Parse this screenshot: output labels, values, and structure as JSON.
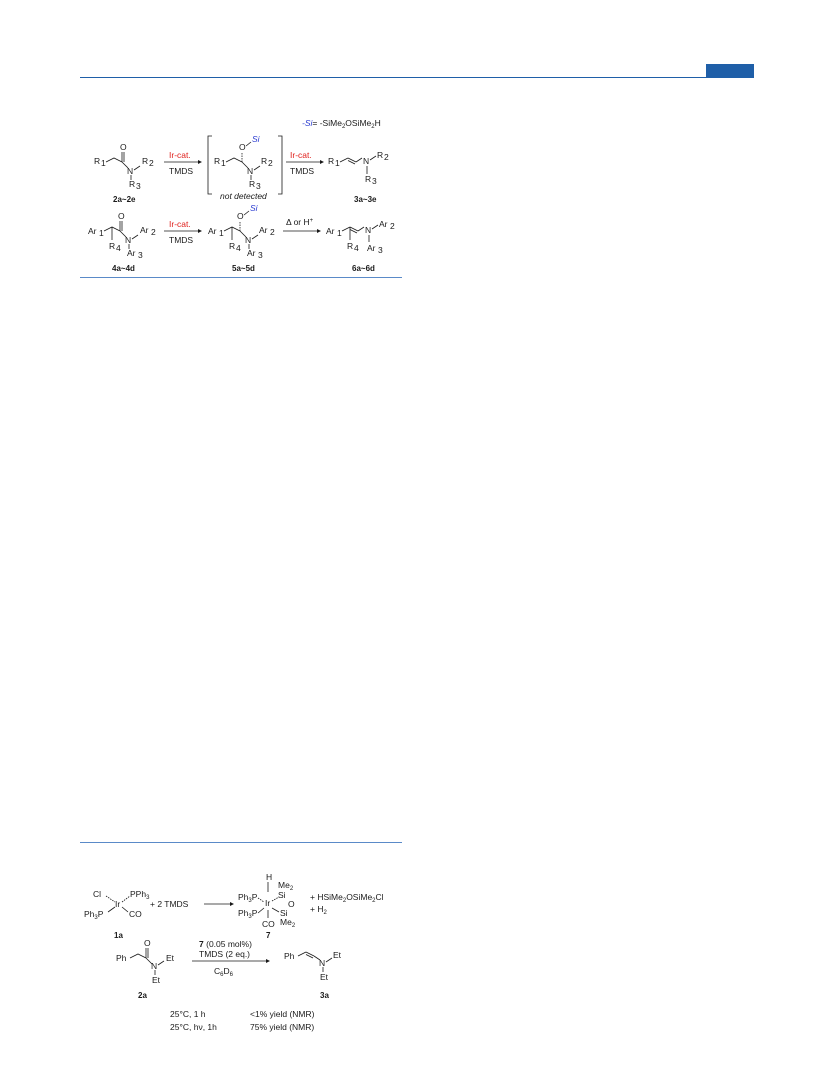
{
  "scheme1": {
    "si_def": {
      "si": "Si",
      "rest": "= -SiMe",
      "sub2": "2",
      "rest2": "OSiMe",
      "sub3": "2",
      "rest3": "H"
    },
    "row1": {
      "catalyst": "Ir-cat.",
      "reagent": "TMDS",
      "substrate_label": "2a~2e",
      "product_label": "3a~3e",
      "intermediate_note": "not detected",
      "R1": "R",
      "R2": "R",
      "R3": "R",
      "N": "N",
      "O": "O",
      "Si": "Si"
    },
    "row2": {
      "catalyst": "Ir-cat.",
      "reagent": "TMDS",
      "conditions": "Δ or H",
      "conditions_sup": "+",
      "substrate_label": "4a~4d",
      "intermediate_label": "5a~5d",
      "product_label": "6a~6d"
    }
  },
  "scheme2": {
    "complex_1a": {
      "label": "1a",
      "Cl": "Cl",
      "PPh3": "PPh",
      "Ir": "Ir",
      "CO": "CO"
    },
    "plus_tmds": "+ 2 TMDS",
    "complex_7": {
      "label": "7",
      "H": "H",
      "Me": "Me",
      "Si": "Si",
      "O": "O",
      "CO": "CO",
      "Ir": "Ir"
    },
    "byproduct1": "+ HSiMe",
    "byproduct1b": "OSiMe",
    "byproduct1c": "Cl",
    "byproduct2": "+ H",
    "reaction": {
      "cat_bold": "7",
      "cat_loading": "(0.05 mol%)",
      "reagent": "TMDS (2 eq.)",
      "solvent": "C",
      "substrate_label": "2a",
      "product_label": "3a",
      "Ph": "Ph",
      "Et": "Et"
    },
    "results": [
      {
        "conditions": "25°C, 1 h",
        "yield": "<1% yield (NMR)"
      },
      {
        "conditions": "25°C, hν, 1h",
        "yield": "75% yield (NMR)"
      }
    ]
  }
}
